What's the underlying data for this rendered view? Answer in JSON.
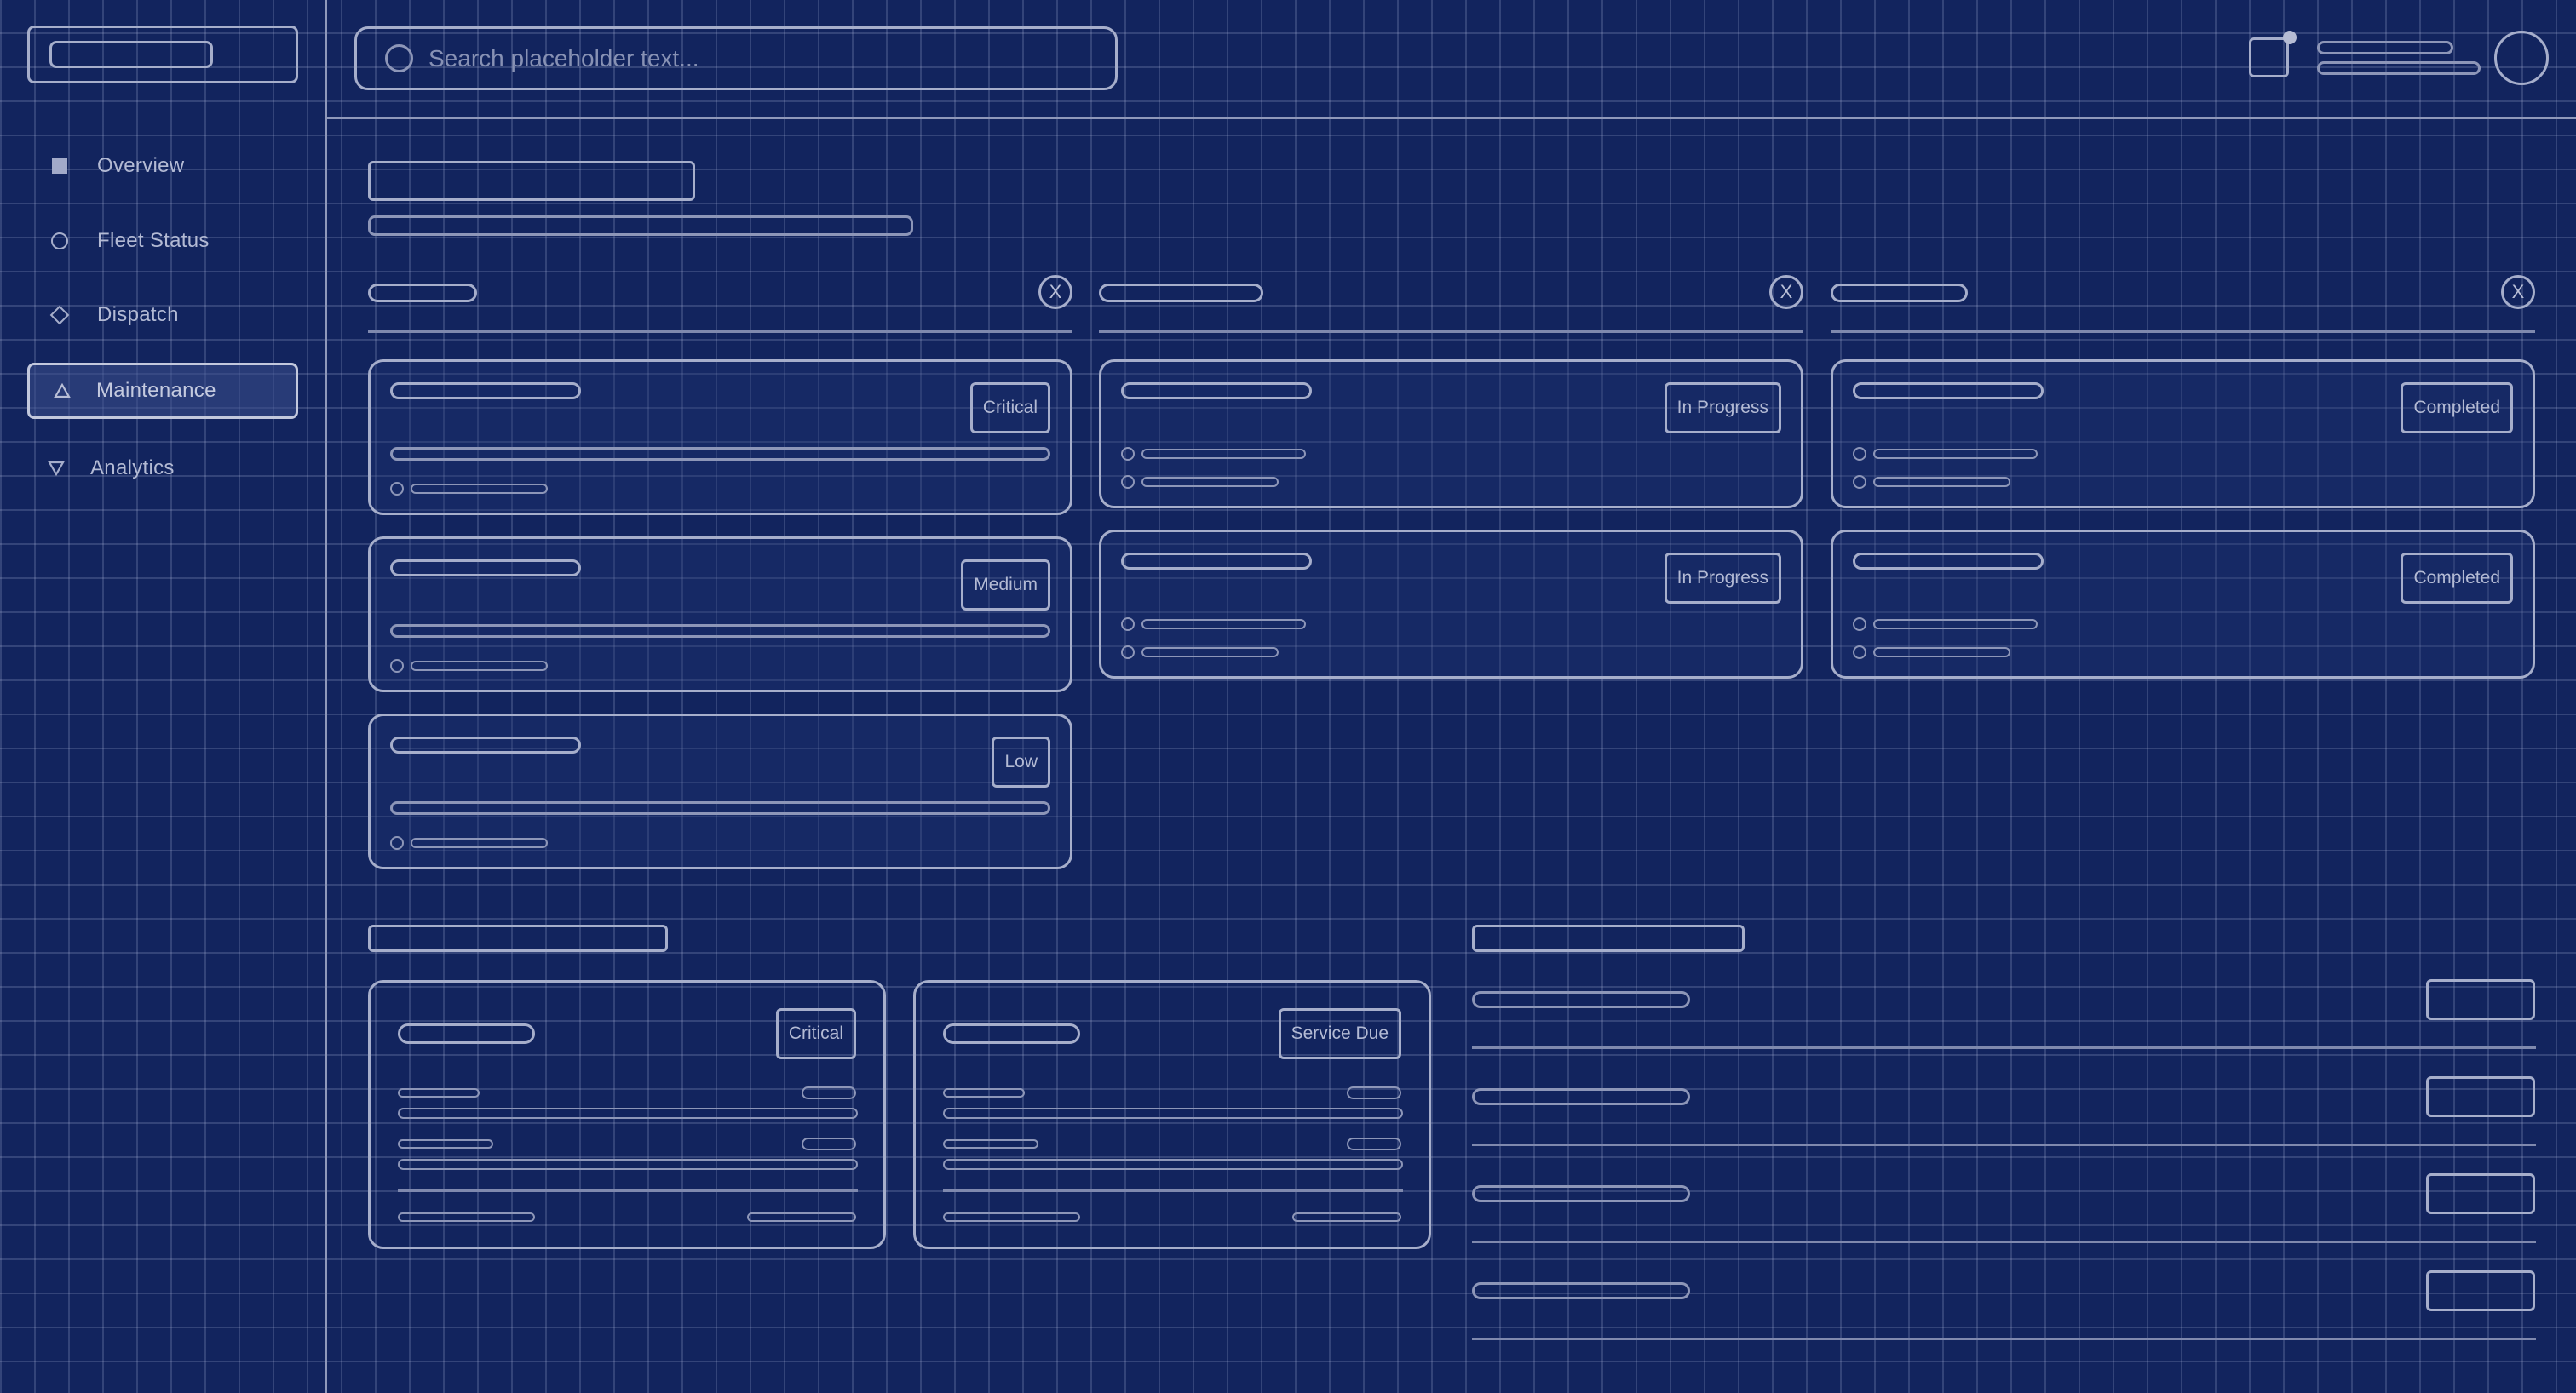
{
  "sidebar": {
    "items": [
      {
        "label": "Overview",
        "icon": "square-icon",
        "active": false
      },
      {
        "label": "Fleet Status",
        "icon": "circle-icon",
        "active": false
      },
      {
        "label": "Dispatch",
        "icon": "diamond-icon",
        "active": false
      },
      {
        "label": "Maintenance",
        "icon": "triangle-up-icon",
        "active": true
      },
      {
        "label": "Analytics",
        "icon": "triangle-down-icon",
        "active": false
      }
    ]
  },
  "header": {
    "search": {
      "placeholder": "Search placeholder text..."
    },
    "notification_badge": true
  },
  "kanban": {
    "columns": [
      {
        "close_label": "X",
        "cards": [
          {
            "badge": "Critical"
          },
          {
            "badge": "Medium"
          },
          {
            "badge": "Low"
          }
        ]
      },
      {
        "close_label": "X",
        "cards": [
          {
            "badge": "In Progress"
          },
          {
            "badge": "In Progress"
          }
        ]
      },
      {
        "close_label": "X",
        "cards": [
          {
            "badge": "Completed"
          },
          {
            "badge": "Completed"
          }
        ]
      }
    ]
  },
  "vehicles": {
    "cards": [
      {
        "badge": "Critical"
      },
      {
        "badge": "Service Due"
      }
    ]
  },
  "schedule": {
    "rows": 4
  },
  "colors": {
    "background": "#12245e",
    "outline": "#a6aecb",
    "text": "#b3bad4"
  }
}
